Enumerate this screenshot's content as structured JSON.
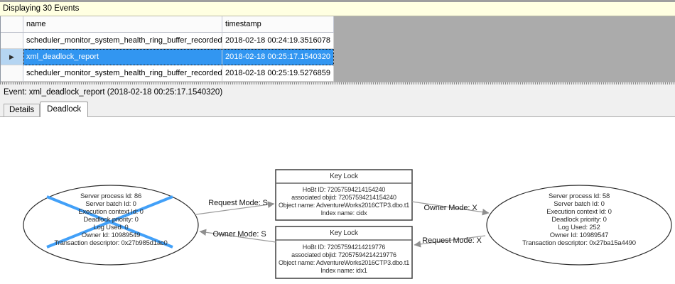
{
  "info_bar": {
    "text": "Displaying 30 Events"
  },
  "table": {
    "columns": [
      {
        "label": "name"
      },
      {
        "label": "timestamp"
      }
    ],
    "rows": [
      {
        "name": "scheduler_monitor_system_health_ring_buffer_recorded",
        "timestamp": "2018-02-18 00:24:19.3516078",
        "selected": false
      },
      {
        "name": "xml_deadlock_report",
        "timestamp": "2018-02-18 00:25:17.1540320",
        "selected": true
      },
      {
        "name": "scheduler_monitor_system_health_ring_buffer_recorded",
        "timestamp": "2018-02-18 00:25:19.5276859",
        "selected": false
      }
    ],
    "selected_row_indicator": "▶"
  },
  "event_bar": {
    "text": "Event: xml_deadlock_report (2018-02-18 00:25:17.1540320)"
  },
  "tabs": [
    {
      "label": "Details",
      "active": false
    },
    {
      "label": "Deadlock",
      "active": true
    }
  ],
  "deadlock_graph": {
    "process_nodes": [
      {
        "id": "process-left",
        "victim": true,
        "lines": [
          "Server process Id: 86",
          "Server batch Id: 0",
          "Execution context Id: 0",
          "Deadlock priority: 0",
          "Log Used: 0",
          "Owner Id: 10989549",
          "Transaction descriptor: 0x27b985d1ac0"
        ]
      },
      {
        "id": "process-right",
        "victim": false,
        "lines": [
          "Server process Id: 58",
          "Server batch Id: 0",
          "Execution context Id: 0",
          "Deadlock priority: 0",
          "Log Used: 252",
          "Owner Id: 10989547",
          "Transaction descriptor: 0x27ba15a4490"
        ]
      }
    ],
    "resource_nodes": [
      {
        "title": "Key Lock",
        "lines": [
          "HoBt ID: 72057594214154240",
          "associated objid: 72057594214154240",
          "Object name: AdventureWorks2016CTP3.dbo.t1",
          "Index name: cidx"
        ]
      },
      {
        "title": "Key Lock",
        "lines": [
          "HoBt ID: 72057594214219776",
          "associated objid: 72057594214219776",
          "Object name: AdventureWorks2016CTP3.dbo.t1",
          "Index name: idx1"
        ]
      }
    ],
    "edges": [
      {
        "label": "Request Mode: S"
      },
      {
        "label": "Owner Mode: S"
      },
      {
        "label": "Owner Mode: X"
      },
      {
        "label": "Request Mode: X"
      }
    ]
  },
  "colors": {
    "selection": "#3296F1",
    "selection-light": "#B5D5F2",
    "victim-x": "#42A0F8",
    "info-bg": "#FFFFE1",
    "grid-bg": "#ABABAB",
    "chrome-bg": "#F0F0F0",
    "edge-gray": "#9A9A9A"
  }
}
